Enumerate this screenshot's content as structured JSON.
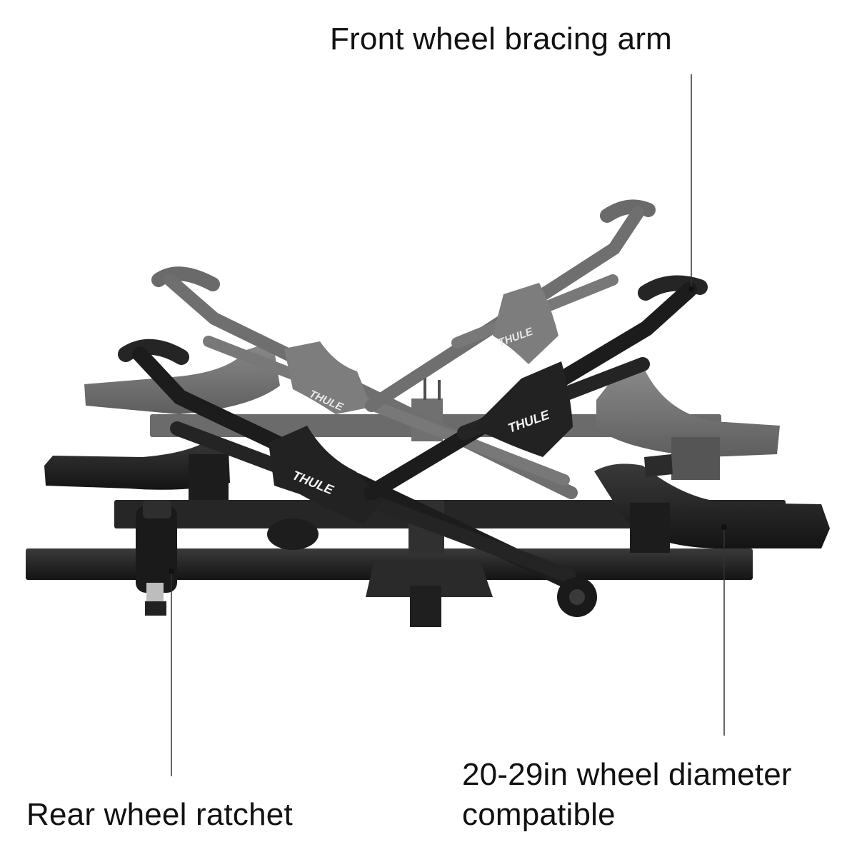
{
  "callouts": {
    "front_wheel_bracing_arm": "Front wheel bracing arm",
    "rear_wheel_ratchet": "Rear wheel ratchet",
    "wheel_diameter_line1": "20-29in wheel diameter",
    "wheel_diameter_line2": "compatible"
  },
  "product": {
    "brand_logo": "THULE"
  },
  "colors": {
    "background": "#ffffff",
    "text": "#111111",
    "rack_dark": "#1c1c1c",
    "rack_folded_grey": "#6f6f6f",
    "leader_line": "#333333"
  }
}
